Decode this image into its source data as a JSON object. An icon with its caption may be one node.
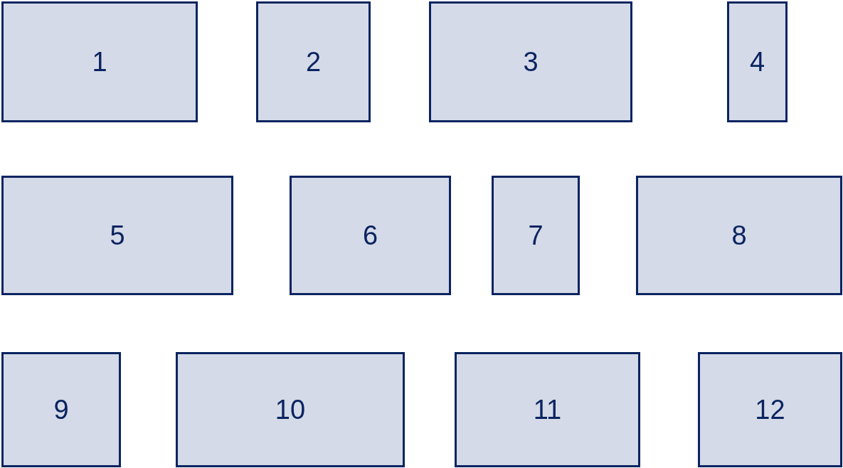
{
  "diagram": {
    "nodes": [
      {
        "text": [
          "1"
        ]
      },
      {
        "text": [
          "2"
        ]
      },
      {
        "text": [
          "3"
        ]
      },
      {
        "text": [
          "4"
        ]
      },
      {
        "text": [
          "5"
        ]
      },
      {
        "text": [
          "6"
        ]
      },
      {
        "text": [
          "7"
        ]
      },
      {
        "text": [
          "8"
        ]
      },
      {
        "text": [
          "9"
        ]
      },
      {
        "text": [
          "10"
        ]
      },
      {
        "text": [
          "11"
        ]
      },
      {
        "text": [
          "12"
        ]
      }
    ]
  }
}
